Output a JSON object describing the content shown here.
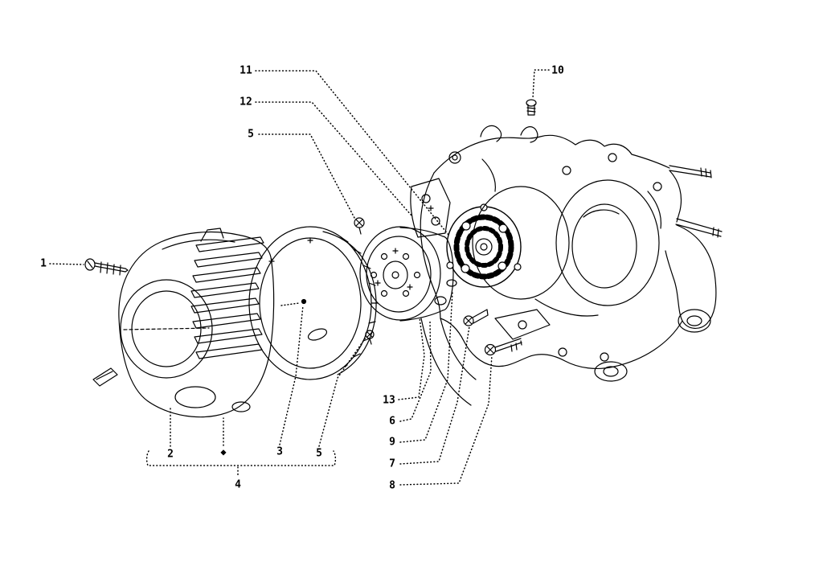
{
  "colors": {
    "ink": "#000000",
    "paper": "#ffffff"
  },
  "diagram": {
    "kind": "engine-flywheel-exploded-view",
    "callouts": [
      {
        "key": "11",
        "label": "11"
      },
      {
        "key": "12",
        "label": "12"
      },
      {
        "key": "5-top",
        "label": "5"
      },
      {
        "key": "10",
        "label": "10"
      },
      {
        "key": "1",
        "label": "1"
      },
      {
        "key": "2",
        "label": "2"
      },
      {
        "key": "assembly",
        "label": "◆"
      },
      {
        "key": "3",
        "label": "3"
      },
      {
        "key": "5-bottom",
        "label": "5"
      },
      {
        "key": "4",
        "label": "4"
      },
      {
        "key": "13",
        "label": "13"
      },
      {
        "key": "6",
        "label": "6"
      },
      {
        "key": "9",
        "label": "9"
      },
      {
        "key": "7",
        "label": "7"
      },
      {
        "key": "8",
        "label": "8"
      }
    ]
  }
}
